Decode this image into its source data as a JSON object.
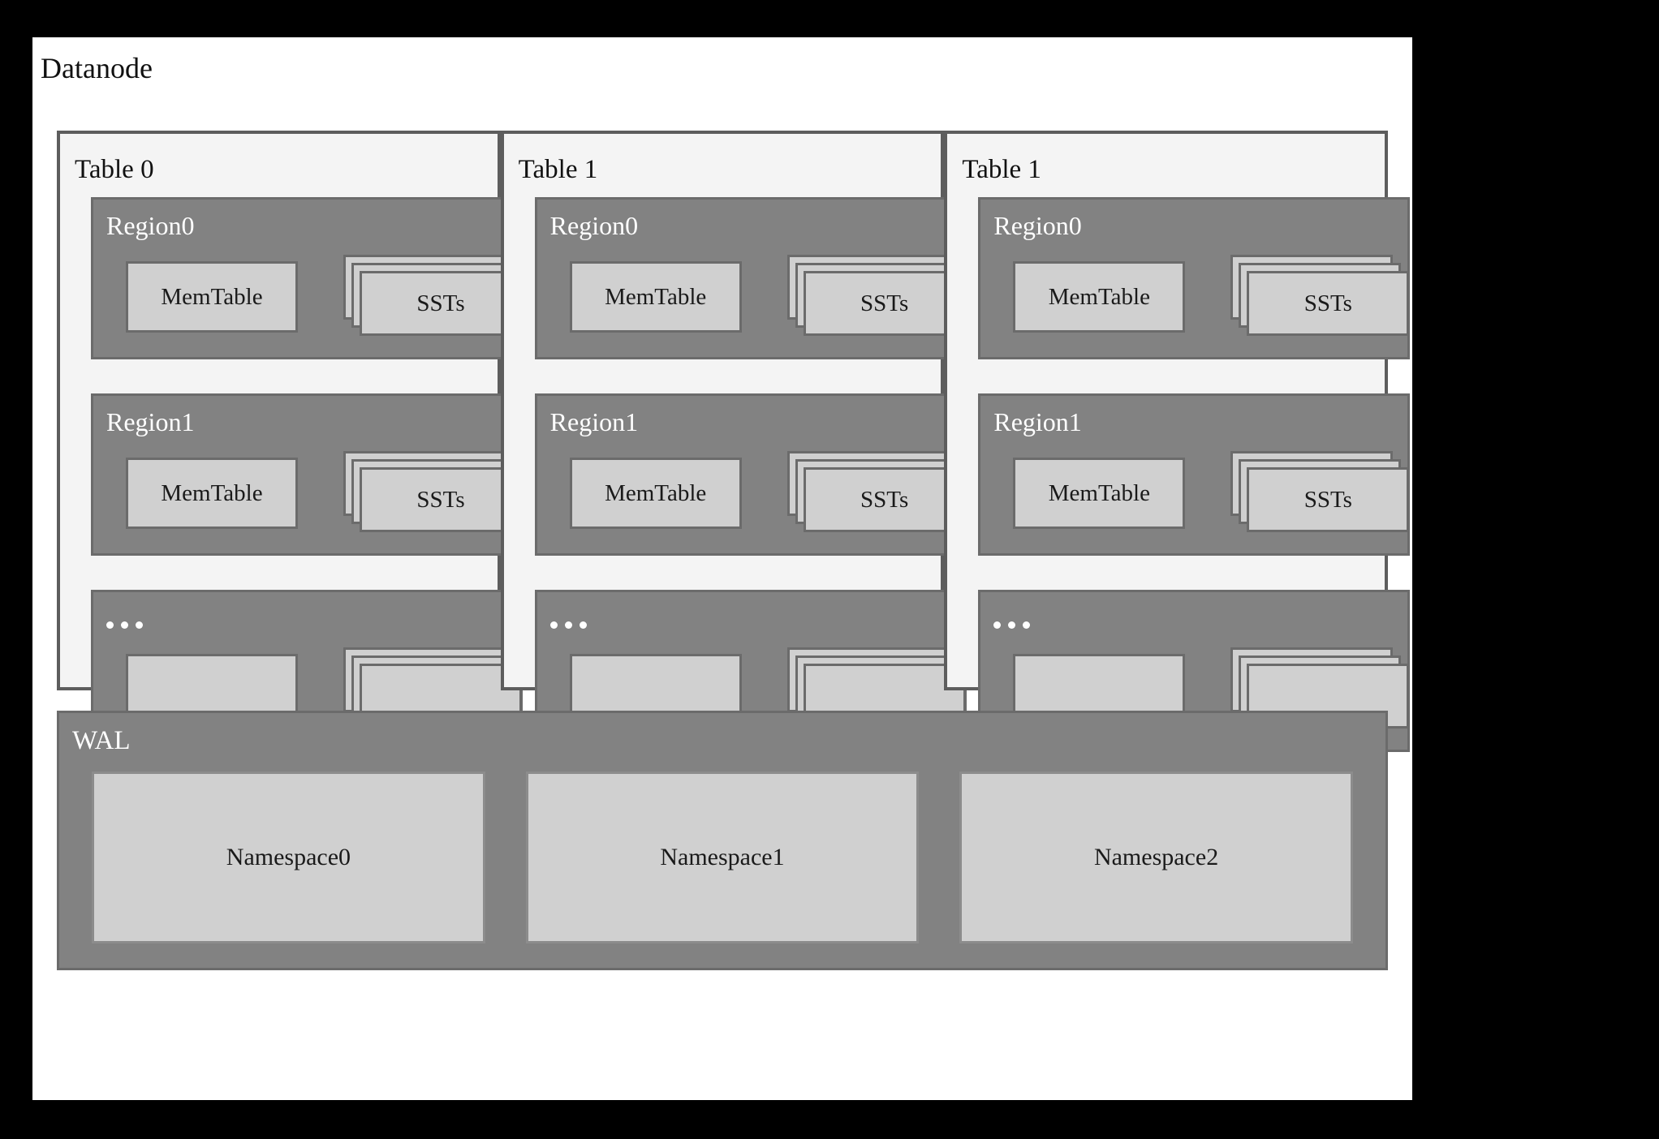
{
  "diagram": {
    "title": "Datanode",
    "type": "architecture-diagram",
    "colors": {
      "frame": "#000000",
      "canvas": "#ffffff",
      "table_panel_bg": "#f4f4f4",
      "table_panel_border": "#5d5d5d",
      "region_bg": "#828282",
      "region_border": "#6b6b6b",
      "box_bg": "#d0d0d0",
      "box_border": "#6b6b6b",
      "text_dark": "#1a1a1a",
      "text_light": "#ffffff"
    }
  },
  "tables": [
    {
      "label": "Table 0",
      "regions": [
        {
          "label": "Region0",
          "is_ellipsis": false,
          "memtable_label": "MemTable",
          "sst_label": "SSTs",
          "sst_layers": 3
        },
        {
          "label": "Region1",
          "is_ellipsis": false,
          "memtable_label": "MemTable",
          "sst_label": "SSTs",
          "sst_layers": 3
        },
        {
          "label": "...",
          "is_ellipsis": true,
          "memtable_label": "",
          "sst_label": "",
          "sst_layers": 3
        }
      ]
    },
    {
      "label": "Table 1",
      "regions": [
        {
          "label": "Region0",
          "is_ellipsis": false,
          "memtable_label": "MemTable",
          "sst_label": "SSTs",
          "sst_layers": 3
        },
        {
          "label": "Region1",
          "is_ellipsis": false,
          "memtable_label": "MemTable",
          "sst_label": "SSTs",
          "sst_layers": 3
        },
        {
          "label": "...",
          "is_ellipsis": true,
          "memtable_label": "",
          "sst_label": "",
          "sst_layers": 3
        }
      ]
    },
    {
      "label": "Table 1",
      "regions": [
        {
          "label": "Region0",
          "is_ellipsis": false,
          "memtable_label": "MemTable",
          "sst_label": "SSTs",
          "sst_layers": 3
        },
        {
          "label": "Region1",
          "is_ellipsis": false,
          "memtable_label": "MemTable",
          "sst_label": "SSTs",
          "sst_layers": 3
        },
        {
          "label": "...",
          "is_ellipsis": true,
          "memtable_label": "",
          "sst_label": "",
          "sst_layers": 3
        }
      ]
    }
  ],
  "wal": {
    "label": "WAL",
    "namespaces": [
      {
        "label": "Namespace0"
      },
      {
        "label": "Namespace1"
      },
      {
        "label": "Namespace2"
      }
    ]
  }
}
